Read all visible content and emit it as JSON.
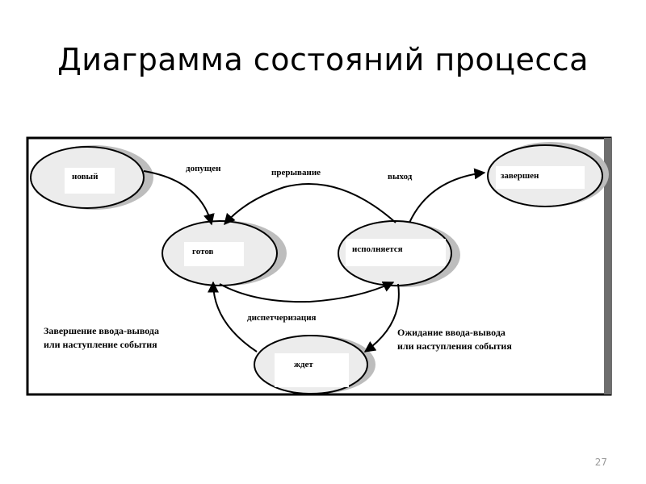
{
  "slide": {
    "title": "Диаграмма состояний процесса",
    "page_number": "27"
  },
  "states": {
    "new": "новый",
    "ready": "готов",
    "running": "исполняется",
    "terminated": "завершен",
    "waiting": "ждет"
  },
  "transitions": {
    "admitted": "допущен",
    "interrupt": "прерывание",
    "exit": "выход",
    "dispatch": "диспетчеризация",
    "io_wait": [
      "Ожидание ввода-вывода",
      "или наступления события"
    ],
    "io_done": [
      "Завершение ввода-вывода",
      "или наступление события"
    ]
  }
}
